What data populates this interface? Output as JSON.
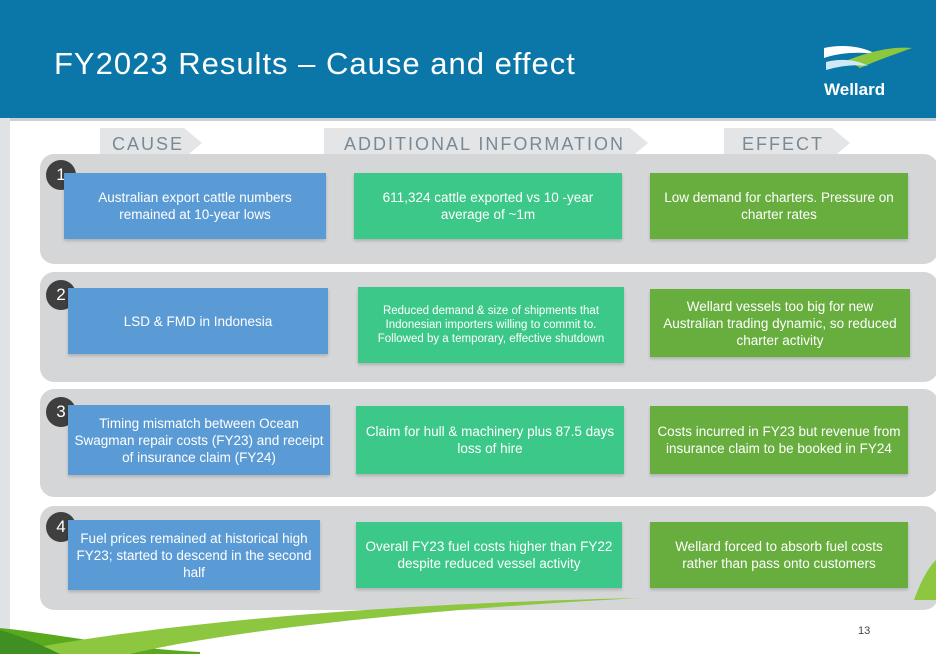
{
  "title": "FY2023 Results – Cause and effect",
  "logo": {
    "text": "Wellard"
  },
  "headers": {
    "cause": "CAUSE",
    "info": "ADDITIONAL INFORMATION",
    "effect": "EFFECT"
  },
  "rows": [
    {
      "num": "1",
      "cause": "Australian export cattle numbers remained at 10-year lows",
      "info": "611,324 cattle exported vs 10 -year average of ~1m",
      "effect": "Low demand for charters. Pressure on charter rates"
    },
    {
      "num": "2",
      "cause": "LSD & FMD in Indonesia",
      "info": "Reduced demand & size of shipments that Indonesian importers willing to commit to. Followed by a temporary, effective shutdown",
      "effect": "Wellard vessels too big for new Australian trading dynamic, so reduced charter activity"
    },
    {
      "num": "3",
      "cause": "Timing mismatch between Ocean Swagman repair costs (FY23) and receipt of insurance claim (FY24)",
      "info": "Claim for hull & machinery plus 87.5 days loss of hire",
      "effect": "Costs incurred in FY23 but revenue from insurance claim to be booked in FY24"
    },
    {
      "num": "4",
      "cause": "Fuel prices remained at historical high FY23; started to descend in the second half",
      "info": "Overall FY23 fuel costs higher than FY22 despite reduced vessel activity",
      "effect": "Wellard forced to absorb fuel costs rather than pass onto customers"
    }
  ],
  "page_number": "13",
  "colors": {
    "header": "#0a77a8",
    "cause": "#5b9bd5",
    "info": "#3cc889",
    "effect": "#67ae3e",
    "row_bg": "#d4d6d8"
  }
}
